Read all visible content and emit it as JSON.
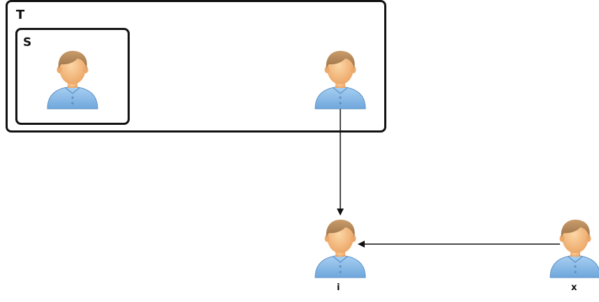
{
  "diagram": {
    "groups": [
      {
        "id": "T",
        "label": "T"
      },
      {
        "id": "S",
        "label": "S"
      }
    ],
    "nodes": [
      {
        "id": "s-member",
        "group": "S",
        "label": ""
      },
      {
        "id": "t-member",
        "group": "T",
        "label": ""
      },
      {
        "id": "i",
        "label": "i"
      },
      {
        "id": "x",
        "label": "x"
      }
    ],
    "edges": [
      {
        "from": "t-member",
        "to": "i"
      },
      {
        "from": "x",
        "to": "i"
      }
    ],
    "icon": "person-icon",
    "colors": {
      "box_border": "#111111",
      "skin": "#f5b97a",
      "hair": "#b8895a",
      "shirt": "#8cbde8",
      "arrow": "#111111"
    }
  }
}
